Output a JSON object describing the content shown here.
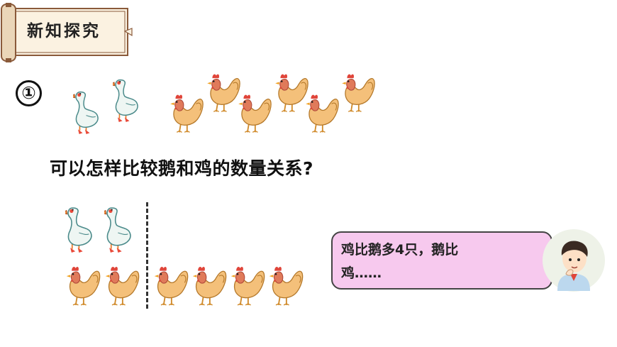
{
  "banner": {
    "title": "新知探究"
  },
  "section_number": "①",
  "question": "可以怎样比较鹅和鸡的数量关系?",
  "bubble": {
    "line1": "鸡比鹅多4只，鹅比",
    "line2": "鸡……"
  },
  "colors": {
    "bubble_fill": "#f7c9ee",
    "hen_body": "#f4c07a",
    "comb": "#e0453a",
    "goose_body": "#eef6f3",
    "goose_beak": "#f08a3a"
  }
}
